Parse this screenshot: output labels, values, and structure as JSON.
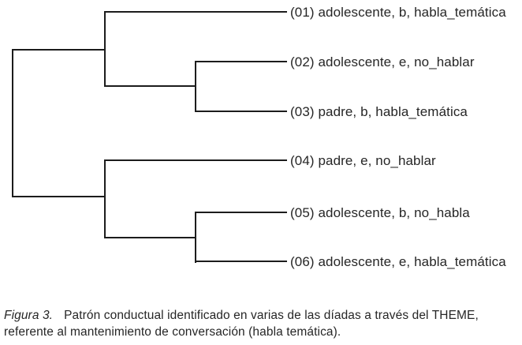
{
  "figure": {
    "type": "dendrogram",
    "background_color": "#ffffff",
    "line_color": "#1c1c1c",
    "text_color": "#262626"
  },
  "tree": {
    "topology": "((01,(02,03)),(04,(05,06)))",
    "leaves": [
      {
        "id": "01",
        "label": "(01) adolescente, b, habla_temática"
      },
      {
        "id": "02",
        "label": "(02) adolescente, e, no_hablar"
      },
      {
        "id": "03",
        "label": "(03) padre, b, habla_temática"
      },
      {
        "id": "04",
        "label": "(04) padre, e, no_hablar"
      },
      {
        "id": "05",
        "label": "(05) adolescente, b, no_habla"
      },
      {
        "id": "06",
        "label": "(06) adolescente, e, habla_temática"
      }
    ]
  },
  "caption": {
    "figure_label": "Figura 3.",
    "line1": "Patrón conductual identificado en varias de las díadas a través del THEME,",
    "line2": "referente al mantenimiento de conversación (habla temática)."
  }
}
